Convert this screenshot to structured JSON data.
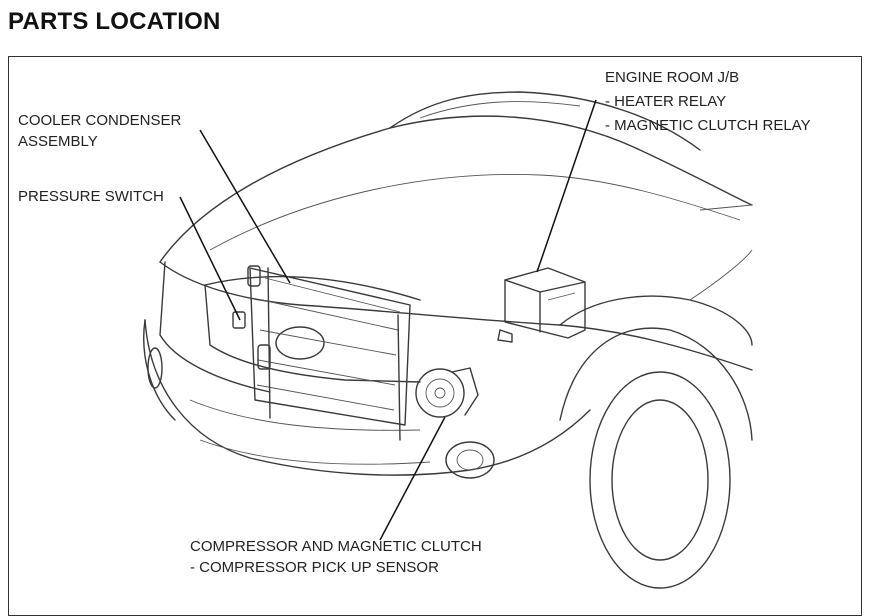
{
  "title": "PARTS LOCATION",
  "labels": {
    "cooler_condenser": [
      "COOLER CONDENSER",
      "ASSEMBLY"
    ],
    "pressure_switch": "PRESSURE SWITCH",
    "engine_room_jb": [
      "ENGINE ROOM J/B",
      "- HEATER RELAY",
      "- MAGNETIC CLUTCH RELAY"
    ],
    "compressor": [
      "COMPRESSOR AND MAGNETIC CLUTCH",
      "- COMPRESSOR PICK UP SENSOR"
    ]
  }
}
